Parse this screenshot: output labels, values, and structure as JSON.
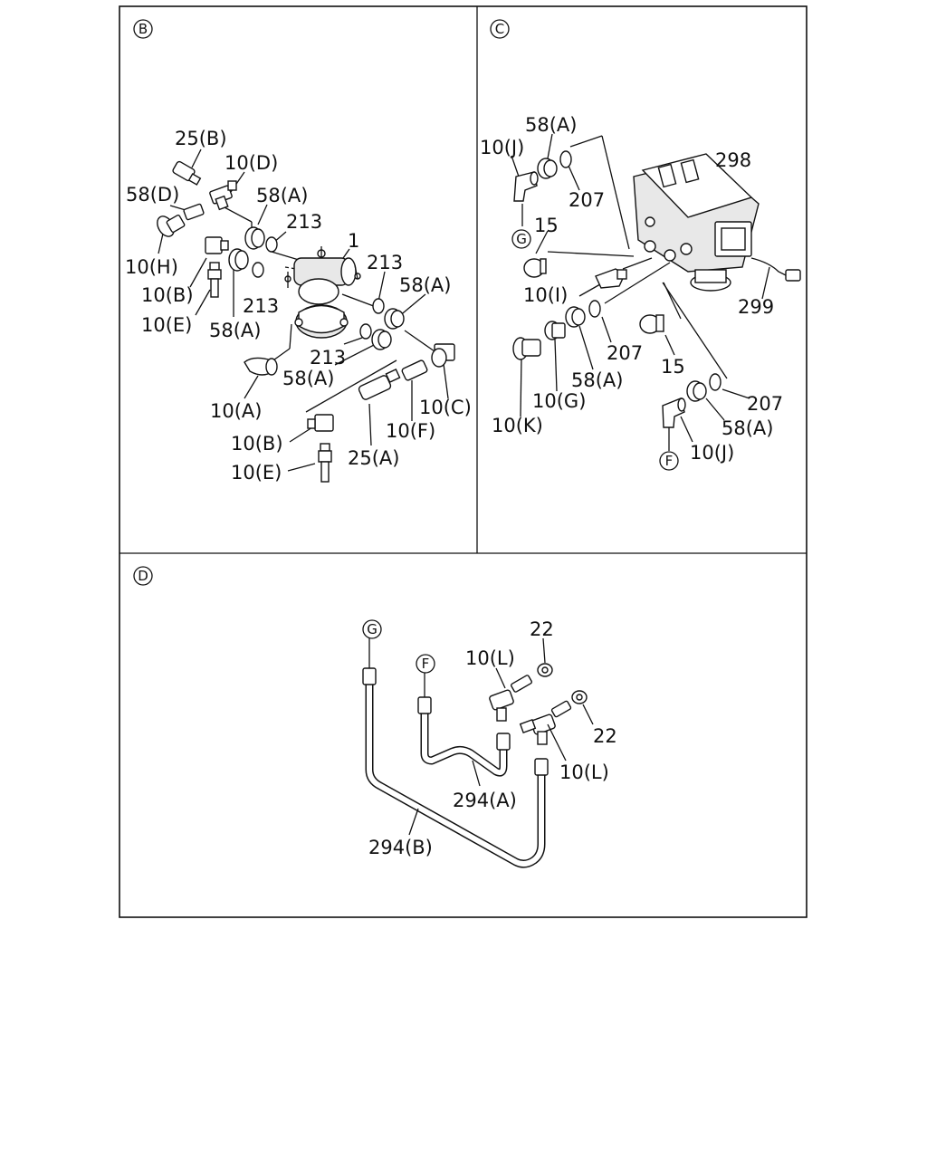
{
  "panels": {
    "B": {
      "marker": "B",
      "labels": {
        "l25b": "25(B)",
        "l10d": "10(D)",
        "l58d": "58(D)",
        "l58a_1": "58(A)",
        "l213_1": "213",
        "l1": "1",
        "l10h": "10(H)",
        "l213_2": "213",
        "l10b_1": "10(B)",
        "l213_3": "213",
        "l58a_2": "58(A)",
        "l10e_1": "10(E)",
        "l58a_3": "58(A)",
        "l213_4": "213",
        "l58a_4": "58(A)",
        "l10a": "10(A)",
        "l10c": "10(C)",
        "l10f": "10(F)",
        "l10b_2": "10(B)",
        "l25a": "25(A)",
        "l10e_2": "10(E)"
      }
    },
    "C": {
      "marker": "C",
      "labels": {
        "l58a_1": "58(A)",
        "l10j_1": "10(J)",
        "l298": "298",
        "l207_1": "207",
        "l15_1": "15",
        "l10i": "10(I)",
        "l299": "299",
        "l207_2": "207",
        "l15_2": "15",
        "l58a_2": "58(A)",
        "l10g": "10(G)",
        "l10k": "10(K)",
        "l207_3": "207",
        "l58a_3": "58(A)",
        "l10j_2": "10(J)"
      },
      "refs": {
        "g": "G",
        "f": "F"
      }
    },
    "D": {
      "marker": "D",
      "labels": {
        "l22_1": "22",
        "l10l_1": "10(L)",
        "l22_2": "22",
        "l10l_2": "10(L)",
        "l294a": "294(A)",
        "l294b": "294(B)"
      },
      "refs": {
        "g": "G",
        "f": "F"
      }
    }
  }
}
